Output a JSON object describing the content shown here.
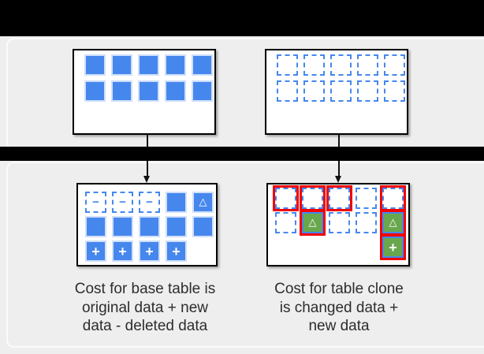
{
  "page": {
    "background_color": "#eeeeee",
    "redaction_bar_color": "#000000",
    "panel_outline_color": "#fbfbfb"
  },
  "colors": {
    "blue_fill": "#4687ee",
    "blue_fill_edge": "#cfdffb",
    "dashed_outline_blue": "#4687ee",
    "green_fill": "#69a74e",
    "green_border_blue": "#4687ee",
    "highlight_red": "#f20000",
    "box_border": "#000000",
    "arrow_color": "#111111",
    "caption_text": "#2d2d2d"
  },
  "symbols": {
    "minus": "−",
    "delta": "△",
    "plus": "+"
  },
  "boxes": {
    "base_before": {
      "cells": [
        [
          "solid",
          "solid",
          "solid",
          "solid",
          "solid"
        ],
        [
          "solid",
          "solid",
          "solid",
          "solid",
          "solid"
        ]
      ]
    },
    "clone_before": {
      "cells": [
        [
          "dashed",
          "dashed",
          "dashed",
          "dashed",
          "dashed"
        ],
        [
          "dashed",
          "dashed",
          "dashed",
          "dashed",
          "dashed"
        ]
      ]
    },
    "base_after": {
      "cells": [
        [
          "dashed minus",
          "dashed minus",
          "dashed minus",
          "solid",
          "solid delta"
        ],
        [
          "solid",
          "solid",
          "solid",
          "solid",
          "solid"
        ],
        [
          "solid plus",
          "solid plus",
          "solid plus",
          "solid plus",
          "empty"
        ]
      ]
    },
    "clone_after": {
      "cells": [
        [
          "dashed red",
          "dashed red",
          "dashed red",
          "dashed",
          "dashed red"
        ],
        [
          "dashed",
          "green delta red",
          "dashed",
          "dashed",
          "green delta red"
        ],
        [
          "empty",
          "empty",
          "empty",
          "empty",
          "green plus red"
        ]
      ]
    }
  },
  "captions": {
    "base": {
      "line1": "Cost for base table is",
      "line2": "original data + new",
      "line3": "data - deleted data"
    },
    "clone": {
      "line1": "Cost for table clone",
      "line2": "is changed data +",
      "line3": "new data"
    }
  }
}
